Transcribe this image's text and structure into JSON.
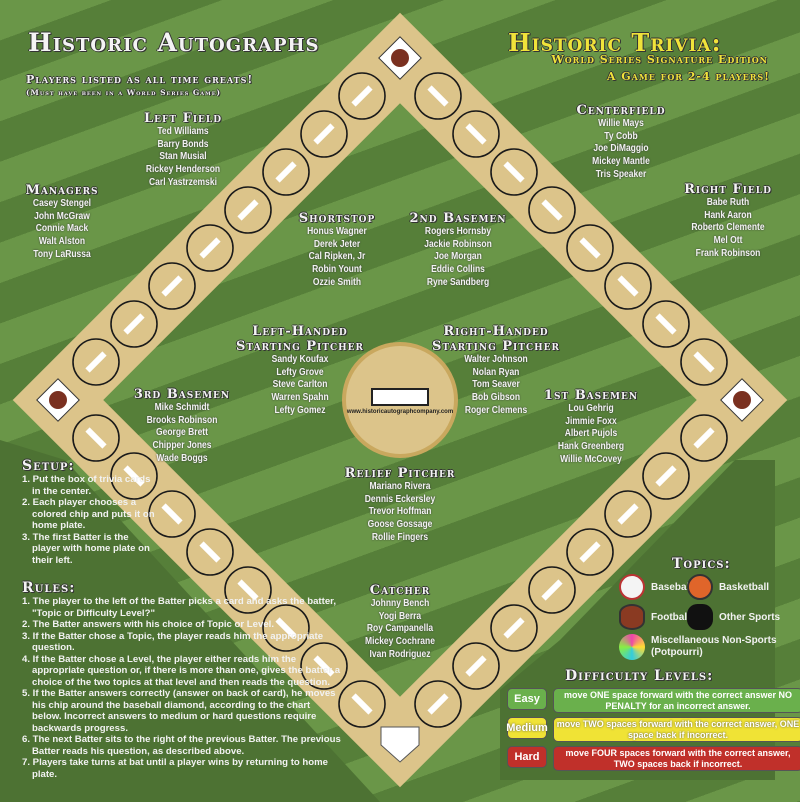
{
  "left_header": {
    "title": "Historic Autographs",
    "subtitle": "Players listed as all time greats!",
    "note": "(Must have been in a World Series Game)"
  },
  "right_header": {
    "title": "Historic Trivia:",
    "subtitle": "World Series Signature Edition",
    "players": "A Game for 2-4 players!"
  },
  "groups": {
    "left_field": {
      "heading": "Left Field",
      "names": [
        "Ted Williams",
        "Barry Bonds",
        "Stan Musial",
        "Rickey Henderson",
        "Carl Yastrzemski"
      ]
    },
    "managers": {
      "heading": "Managers",
      "names": [
        "Casey Stengel",
        "John McGraw",
        "Connie Mack",
        "Walt Alston",
        "Tony LaRussa"
      ]
    },
    "shortstop": {
      "heading": "Shortstop",
      "names": [
        "Honus Wagner",
        "Derek Jeter",
        "Cal Ripken, Jr",
        "Robin Yount",
        "Ozzie Smith"
      ]
    },
    "second_base": {
      "heading": "2nd Basemen",
      "names": [
        "Rogers Hornsby",
        "Jackie Robinson",
        "Joe Morgan",
        "Eddie Collins",
        "Ryne Sandberg"
      ]
    },
    "centerfield": {
      "heading": "Centerfield",
      "names": [
        "Willie Mays",
        "Ty Cobb",
        "Joe DiMaggio",
        "Mickey Mantle",
        "Tris Speaker"
      ]
    },
    "right_field": {
      "heading": "Right Field",
      "names": [
        "Babe Ruth",
        "Hank Aaron",
        "Roberto Clemente",
        "Mel Ott",
        "Frank Robinson"
      ]
    },
    "lh_pitcher": {
      "heading": "Left-Handed Starting Pitcher",
      "names": [
        "Sandy Koufax",
        "Lefty Grove",
        "Steve Carlton",
        "Warren Spahn",
        "Lefty Gomez"
      ]
    },
    "rh_pitcher": {
      "heading": "Right-Handed Starting Pitcher",
      "names": [
        "Walter Johnson",
        "Nolan Ryan",
        "Tom Seaver",
        "Bob Gibson",
        "Roger Clemens"
      ]
    },
    "third_base": {
      "heading": "3rd Basemen",
      "names": [
        "Mike Schmidt",
        "Brooks Robinson",
        "George Brett",
        "Chipper Jones",
        "Wade Boggs"
      ]
    },
    "first_base": {
      "heading": "1st Basemen",
      "names": [
        "Lou Gehrig",
        "Jimmie Foxx",
        "Albert Pujols",
        "Hank Greenberg",
        "Willie McCovey"
      ]
    },
    "relief_pitcher": {
      "heading": "Relief Pitcher",
      "names": [
        "Mariano Rivera",
        "Dennis Eckersley",
        "Trevor Hoffman",
        "Goose Gossage",
        "Rollie Fingers"
      ]
    },
    "catcher": {
      "heading": "Catcher",
      "names": [
        "Johnny Bench",
        "Yogi Berra",
        "Roy Campanella",
        "Mickey Cochrane",
        "Ivan Rodriguez"
      ]
    }
  },
  "mound": {
    "url": "www.historicautographcompany.com"
  },
  "setup": {
    "heading": "Setup:",
    "items": [
      "1. Put the box of trivia cards in the center.",
      "2. Each player chooses a colored chip and puts it on home plate.",
      "3. The first Batter is the player with home plate on their left."
    ]
  },
  "rules": {
    "heading": "Rules:",
    "items": [
      "1. The player to the left of the Batter picks a card and asks the batter, \"Topic or Difficulty Level?\"",
      "2. The Batter answers with his choice of Topic or Level.",
      "3. If the Batter chose a Topic, the player reads him the appropriate question.",
      "4. If the Batter chose a Level, the player either reads him the appropriate question or, if there is more than one, gives the batter a choice of the two topics at that level and then reads the question.",
      "5. If the Batter answers correctly (answer on back of card), he moves his chip around the baseball diamond, according to the chart below.  Incorrect answers to medium or hard questions require backwards progress.",
      "6. The next Batter sits to the right of the previous Batter.  The previous Batter reads his question, as described above.",
      "7. Players take turns at bat until a player wins by returning to home plate."
    ]
  },
  "topics": {
    "heading": "Topics:",
    "items": [
      {
        "label": "Baseball",
        "icon": "baseball-icon"
      },
      {
        "label": "Basketball",
        "icon": "basketball-icon"
      },
      {
        "label": "Football",
        "icon": "football-icon"
      },
      {
        "label": "Other Sports",
        "icon": "other-sports-icon"
      },
      {
        "label": "Miscellaneous Non-Sports (Potpourri)",
        "icon": "potpourri-icon"
      }
    ]
  },
  "difficulty": {
    "heading": "Difficulty Levels:",
    "levels": [
      {
        "label": "Easy",
        "desc": "move ONE space forward with the correct answer NO PENALTY for an incorrect answer.",
        "color": "#6ab04c"
      },
      {
        "label": "Medium",
        "desc": "move TWO spaces forward with the correct answer, ONE space back if incorrect.",
        "color": "#f0e335"
      },
      {
        "label": "Hard",
        "desc": "move FOUR spaces forward with the correct answer, TWO spaces back if incorrect.",
        "color": "#c0302a"
      }
    ]
  },
  "colors": {
    "basepath": "#dcc48a",
    "grass": "#5e8a40",
    "panel": "#4d7233"
  }
}
